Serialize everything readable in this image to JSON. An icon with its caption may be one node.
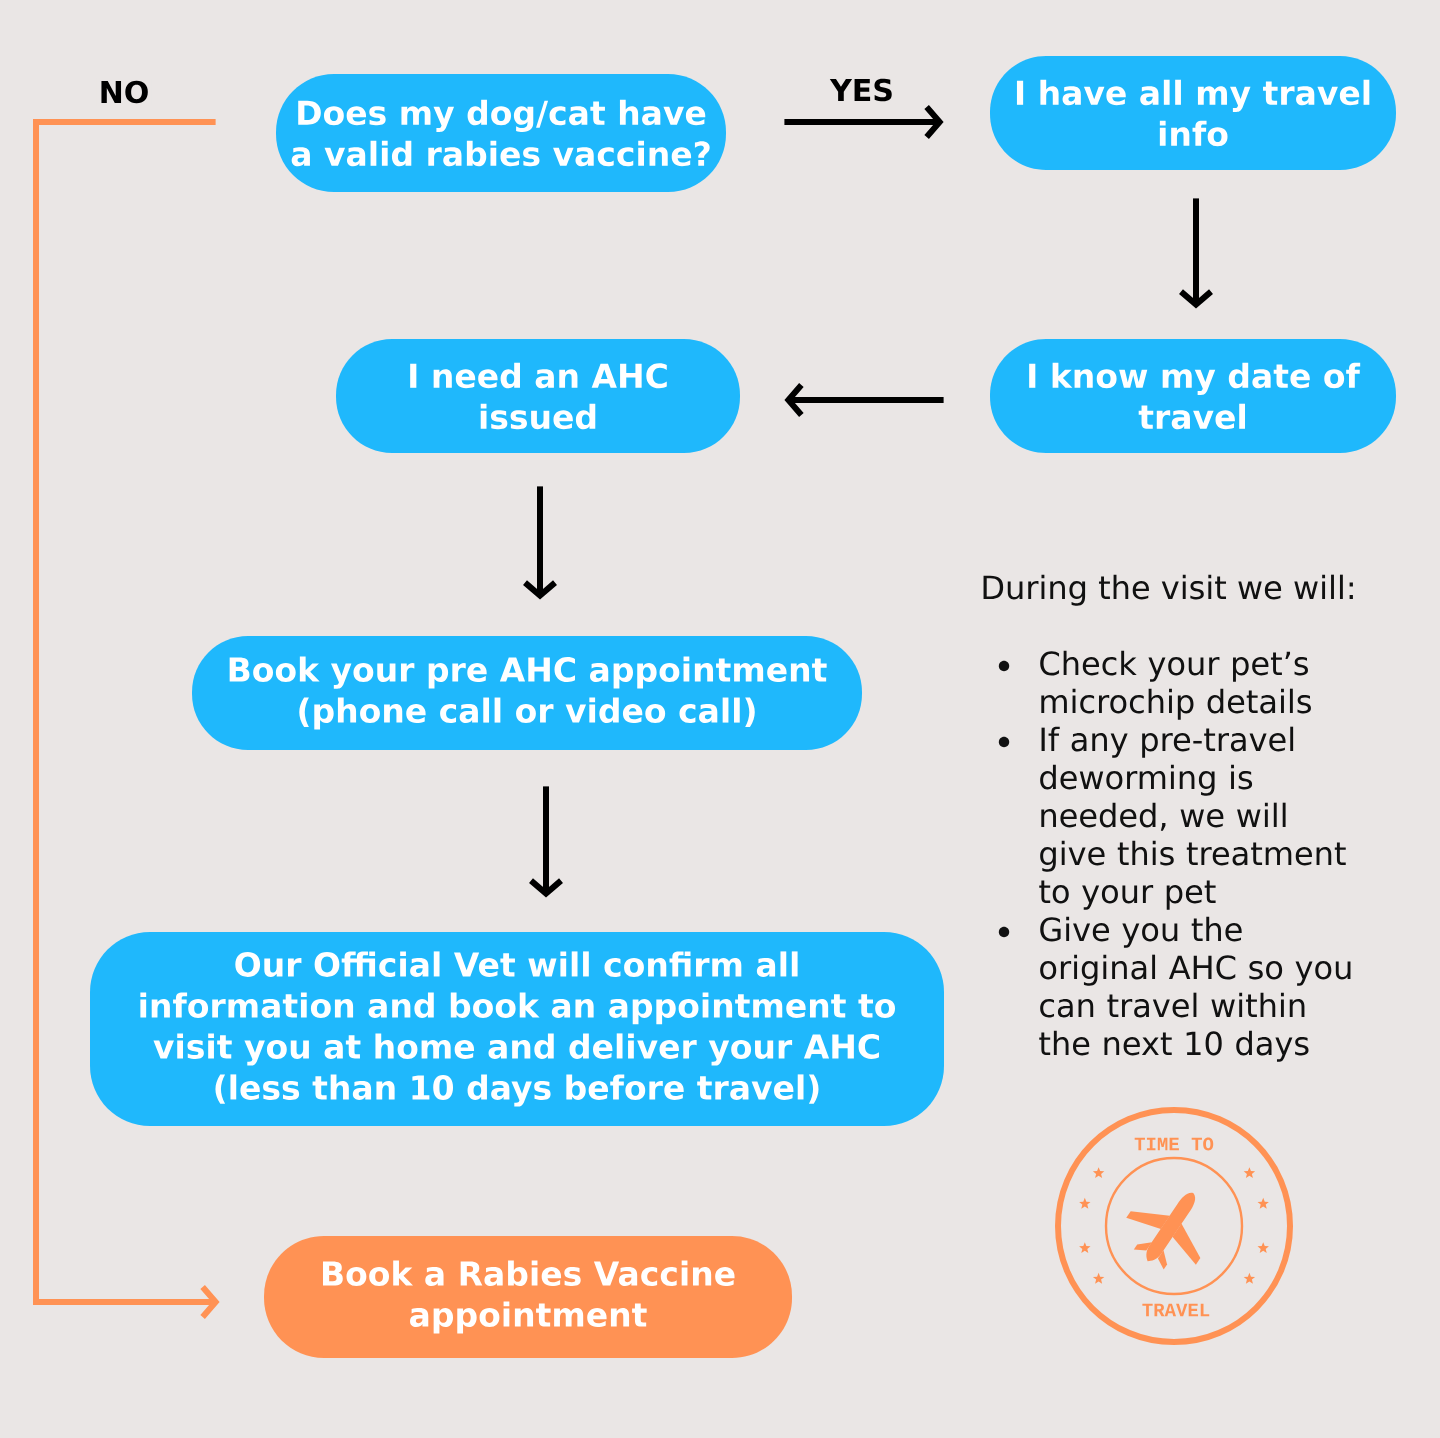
{
  "diagram": {
    "nodes": [
      {
        "text": [
          "Does my dog/cat have a valid rabies vaccine?"
        ]
      },
      {
        "text": [
          "I have all my travel info"
        ]
      },
      {
        "text": [
          "I need an AHC issued"
        ]
      },
      {
        "text": [
          "I know my date of travel"
        ]
      },
      {
        "text": [
          "Book your pre AHC appointment (phone call or video call)"
        ]
      },
      {
        "text": [
          "Our Official Vet will confirm all information and book an appointment to visit you at home and deliver your AHC (less than 10 days before travel)"
        ]
      },
      {
        "text": [
          "TIME TO",
          "TRAVEL"
        ]
      },
      {
        "text": [
          "Book a Rabies Vaccine appointment"
        ]
      }
    ],
    "edges": [
      {
        "from": 0,
        "to": 1,
        "arrow": "to",
        "label": "YES"
      },
      {
        "from": 1,
        "to": 3,
        "arrow": "to"
      },
      {
        "from": 3,
        "to": 2,
        "arrow": "to"
      },
      {
        "from": 2,
        "to": 4,
        "arrow": "to"
      },
      {
        "from": 4,
        "to": 5,
        "arrow": "to"
      },
      {
        "from": 0,
        "to": 7,
        "arrow": "to",
        "label": "NO",
        "color": "#ff9254"
      }
    ],
    "labels": [
      "During the visit we will:",
      "Check your pet’s microchip details",
      "If any pre-travel deworming is needed, we will give this treatment to your pet",
      "Give you the original AHC so you can travel within the next 10 days"
    ]
  }
}
